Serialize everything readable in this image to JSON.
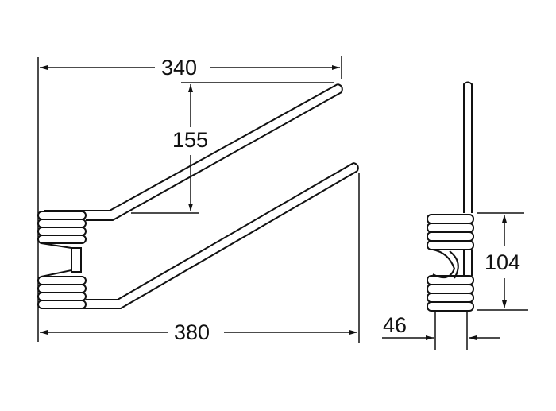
{
  "drawing": {
    "type": "spring tine technical drawing",
    "views": [
      "side view",
      "end view"
    ],
    "line_color": "#111111",
    "background": "#ffffff"
  },
  "dimensions": {
    "top_width": "340",
    "arm_offset": "155",
    "bottom_width": "380",
    "coil_height": "104",
    "coil_width": "46"
  }
}
